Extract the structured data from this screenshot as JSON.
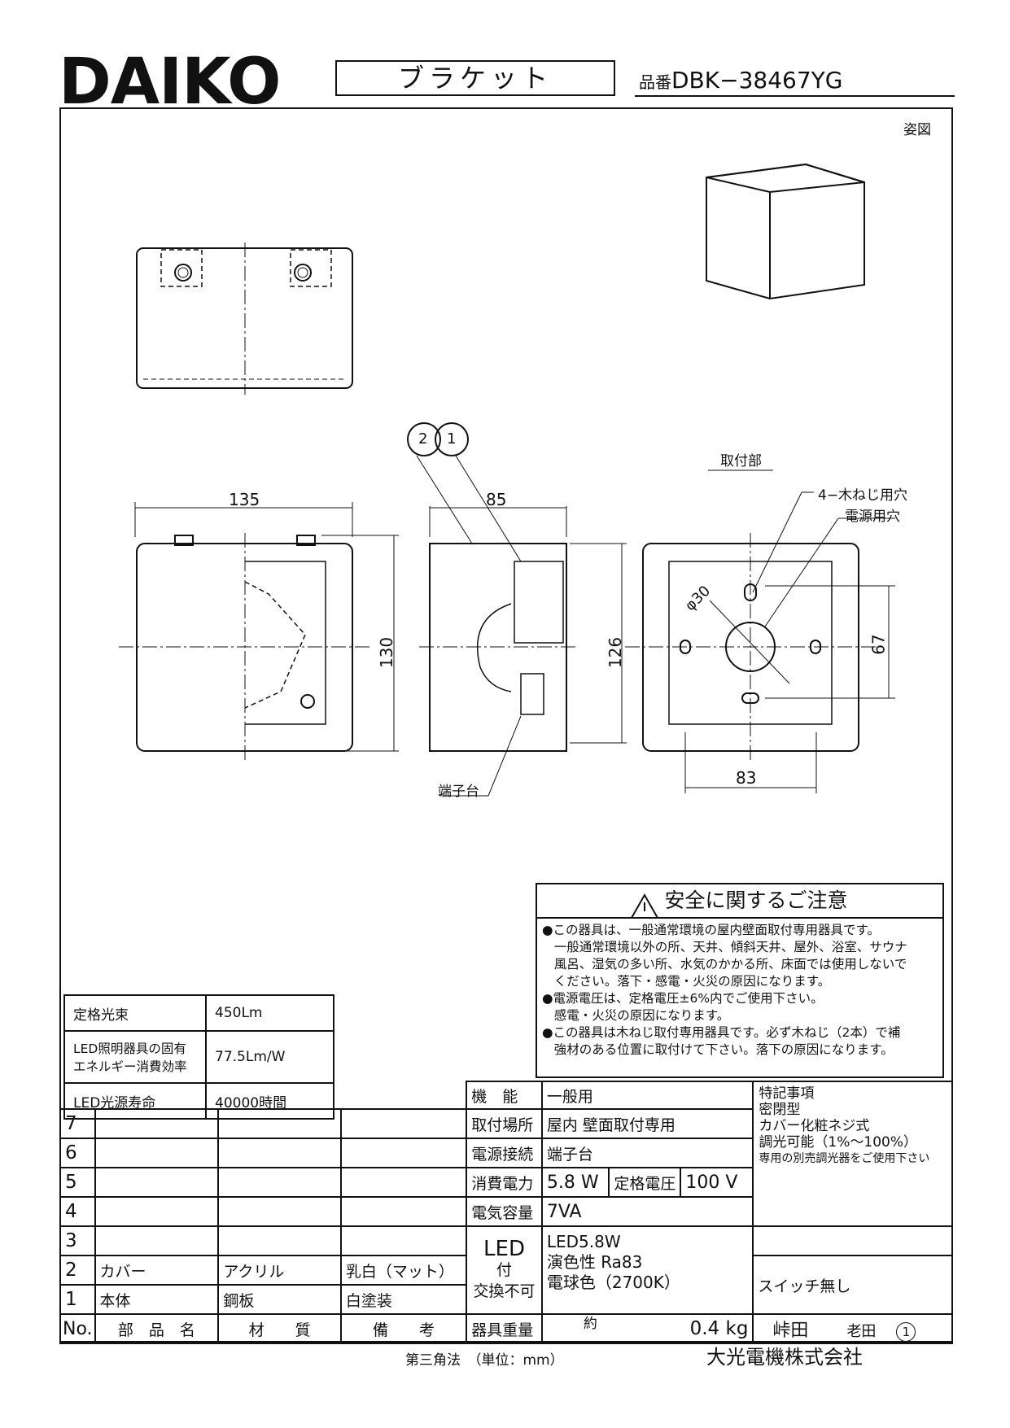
{
  "header": {
    "logo": "DAIKO",
    "product_type": "ブラケット",
    "part_label": "品番",
    "part_number": "DBK−38467YG"
  },
  "view_label": "姿図",
  "mount_label": "取付部",
  "dims": {
    "width": "135",
    "depth": "85",
    "height": "130",
    "height2": "126",
    "mount_h": "67",
    "mount_w": "83",
    "hole": "φ30"
  },
  "callouts": {
    "c1": "1",
    "c2": "2",
    "screw_holes": "4−木ねじ用穴",
    "power_hole": "電源用穴",
    "terminal": "端子台"
  },
  "safety": {
    "title": "安全に関するご注意",
    "body": "●この器具は、一般通常環境の屋内壁面取付専用器具です。\n   一般通常環境以外の所、天井、傾斜天井、屋外、浴室、サウナ\n   風呂、湿気の多い所、水気のかかる所、床面では使用しないで\n   ください。落下・感電・火災の原因になります。\n●電源電圧は、定格電圧±6%内でご使用下さい。\n   感電・火災の原因になります。\n●この器具は木ねじ取付専用器具です。必ず木ねじ（2本）で補\n   強材のある位置に取付けて下さい。落下の原因になります。"
  },
  "spec_table": [
    {
      "label": "定格光束",
      "value": "450Lm"
    },
    {
      "label": "LED照明器具の固有\nエネルギー消費効率",
      "value": "77.5Lm/W"
    },
    {
      "label": "LED光源寿命",
      "value": "40000時間"
    }
  ],
  "props": {
    "kinou_l": "機　能",
    "kinou_v": "一般用",
    "basho_l": "取付場所",
    "basho_v": "屋内 壁面取付専用",
    "setsuzoku_l": "電源接続",
    "setsuzoku_v": "端子台",
    "shohi_l": "消費電力",
    "shohi_v": "5.8 W",
    "teikaku_l": "定格電圧",
    "teikaku_v": "100 V",
    "youryou_l": "電気容量",
    "youryou_v": "7VA",
    "led_l1": "LED",
    "led_l2": "付",
    "led_l3": "交換不可",
    "led_v1": "LED5.8W",
    "led_v2": "演色性 Ra83",
    "led_v3": "電球色（2700K）",
    "weight_l": "器具重量",
    "weight_approx": "約",
    "weight_v": "0.4 kg"
  },
  "notes": {
    "title": "特記事項",
    "l1": "密閉型",
    "l2": "カバー化粧ネジ式",
    "l3": "調光可能（1%〜100%）",
    "l4": "専用の別売調光器をご使用下さい",
    "switch": "スイッチ無し"
  },
  "parts": {
    "no_header": "No.",
    "name_header": "部　品　名",
    "material_header": "材　　質",
    "remarks_header": "備　　考",
    "rows": [
      {
        "no": "7",
        "name": "",
        "material": "",
        "remarks": ""
      },
      {
        "no": "6",
        "name": "",
        "material": "",
        "remarks": ""
      },
      {
        "no": "5",
        "name": "",
        "material": "",
        "remarks": ""
      },
      {
        "no": "4",
        "name": "",
        "material": "",
        "remarks": ""
      },
      {
        "no": "3",
        "name": "",
        "material": "",
        "remarks": ""
      },
      {
        "no": "2",
        "name": "カバー",
        "material": "アクリル",
        "remarks": "乳白（マット）"
      },
      {
        "no": "1",
        "name": "本体",
        "material": "鋼板",
        "remarks": "白塗装"
      }
    ]
  },
  "signoff": {
    "drawn": "峠田",
    "checked": "老田",
    "rev": "1"
  },
  "footer": {
    "projection": "第三角法　（単位：mm）",
    "company": "大光電機株式会社"
  }
}
